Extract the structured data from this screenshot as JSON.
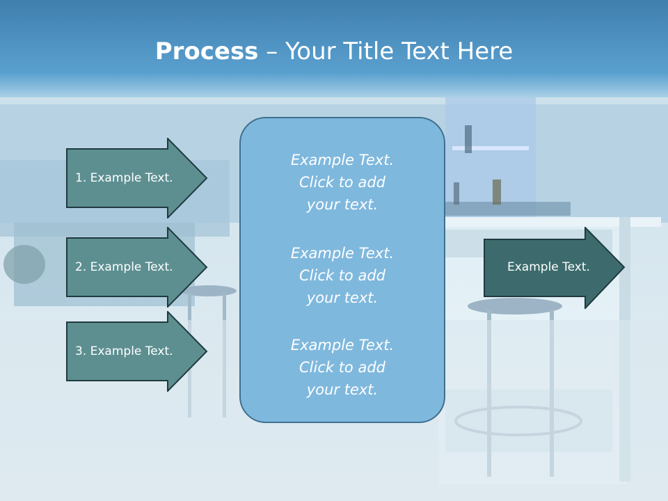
{
  "title": {
    "bold": "Process",
    "rest": " – Your Title Text Here"
  },
  "left_arrows": [
    {
      "label": "1. Example Text."
    },
    {
      "label": "2. Example Text."
    },
    {
      "label": "3. Example Text."
    }
  ],
  "center_blocks": [
    {
      "line1": "Example Text.",
      "line2": "Click  to add",
      "line3": "your text."
    },
    {
      "line1": "Example Text.",
      "line2": "Click  to add",
      "line3": "your text."
    },
    {
      "line1": "Example Text.",
      "line2": "Click  to add",
      "line3": "your text."
    }
  ],
  "right_arrow": {
    "label": "Example Text."
  },
  "colors": {
    "title_band": "#4a8fbf",
    "arrow_fill": "#5d8f91",
    "right_arrow_fill": "#3d6b6d",
    "center_box_fill": "#7fb8dd"
  }
}
